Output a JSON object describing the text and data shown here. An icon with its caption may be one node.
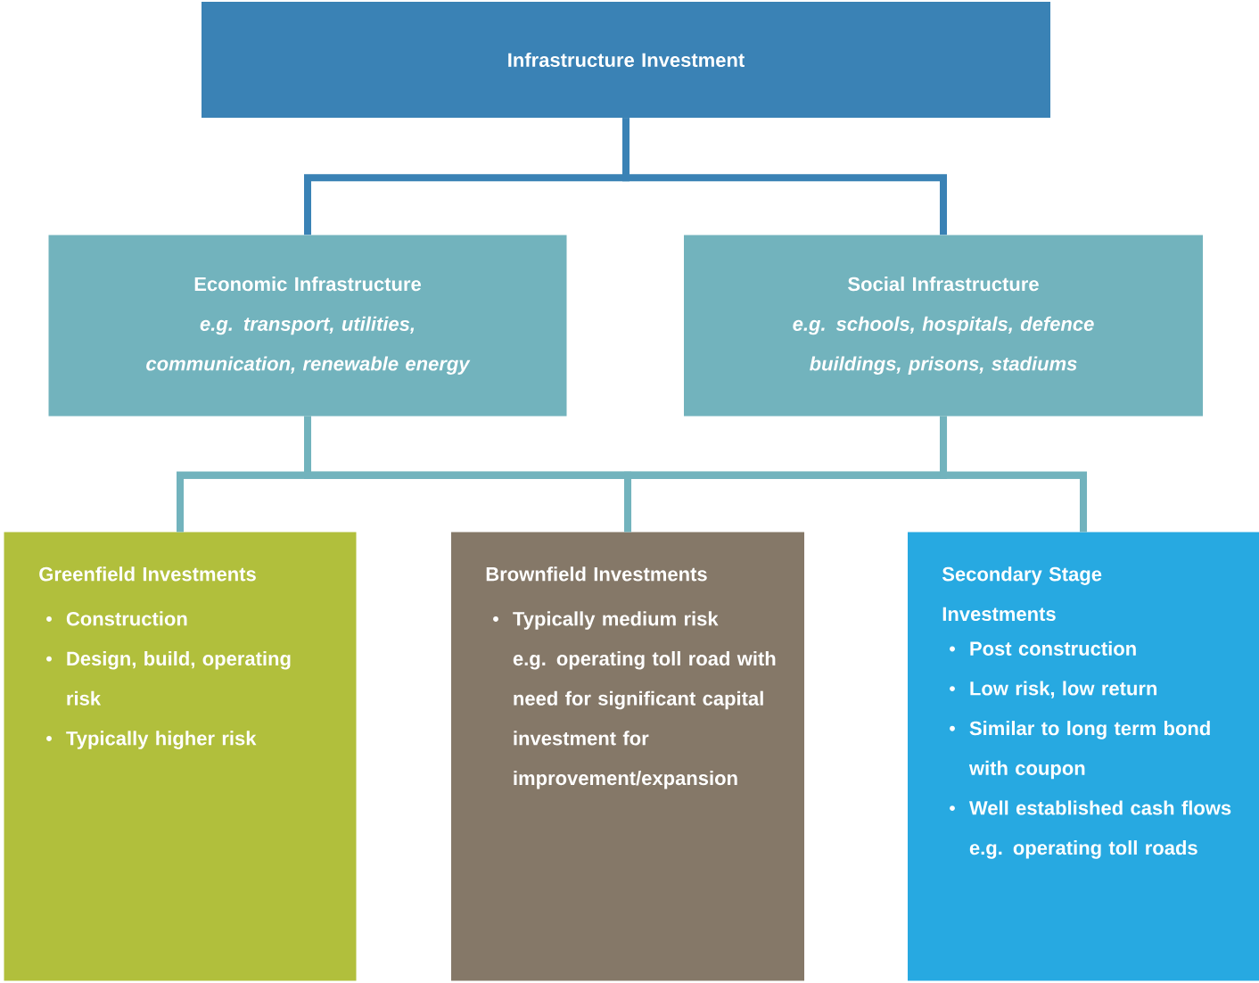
{
  "diagram": {
    "nodes": [
      {
        "text": [
          "Infrastructure Investment"
        ]
      },
      {
        "text": [
          "Economic Infrastructure",
          "e.g. transport, utilities, communication, renewable energy"
        ]
      },
      {
        "text": [
          "Social Infrastructure",
          "e.g. schools, hospitals, defence buildings, prisons, stadiums"
        ]
      },
      {
        "text": [
          "Greenfield Investments",
          "Construction",
          "Design, build, operating risk",
          "Typically higher risk"
        ]
      },
      {
        "text": [
          "Brownfield Investments",
          "Typically medium risk",
          "e.g. operating toll road with need for significant capital investment for improvement/expansion"
        ]
      },
      {
        "text": [
          "Secondary Stage Investments",
          "Post construction",
          "Low risk, low return",
          "Similar to long term bond with coupon",
          "Well established cash flows",
          "e.g. operating toll roads"
        ]
      }
    ],
    "edges": [
      {
        "from": 0,
        "to": 1,
        "arrow": "none",
        "color": "#3a82b5"
      },
      {
        "from": 0,
        "to": 2,
        "arrow": "none",
        "color": "#3a82b5"
      },
      {
        "from": 1,
        "to": 3,
        "arrow": "none"
      },
      {
        "from": 1,
        "to": 4,
        "arrow": "none"
      },
      {
        "from": 1,
        "to": 5,
        "arrow": "none"
      },
      {
        "from": 2,
        "to": 3,
        "arrow": "none"
      },
      {
        "from": 2,
        "to": 4,
        "arrow": "none"
      },
      {
        "from": 2,
        "to": 5,
        "arrow": "none"
      }
    ]
  }
}
